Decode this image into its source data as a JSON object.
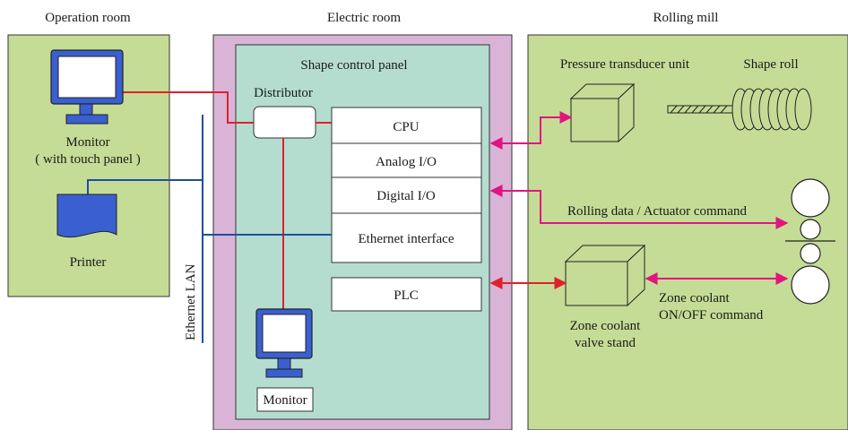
{
  "headers": {
    "operation_room": "Operation room",
    "electric_room": "Electric room",
    "rolling_mill": "Rolling mill"
  },
  "panel": {
    "title": "Shape control panel",
    "distributor": "Distributor",
    "modules": {
      "cpu": "CPU",
      "analog_io": "Analog I/O",
      "digital_io": "Digital I/O",
      "ethernet_interface": "Ethernet interface",
      "plc": "PLC"
    },
    "monitor": "Monitor"
  },
  "operation": {
    "monitor_line1": "Monitor",
    "monitor_line2": "( with touch panel )",
    "printer": "Printer",
    "ethernet_lan": "Ethernet LAN"
  },
  "mill": {
    "pressure_transducer_unit": "Pressure transducer unit",
    "shape_roll": "Shape roll",
    "rolling_data_label": "Rolling data / Actuator command",
    "zone_coolant_line1": "Zone coolant",
    "zone_coolant_line2": "ON/OFF command",
    "valve_stand_line1": "Zone coolant",
    "valve_stand_line2": "valve stand"
  },
  "colors": {
    "room_green": "#c5dc96",
    "electric_pink": "#d9b4d6",
    "panel_teal": "#b4ddd0",
    "red_line": "#e0202a",
    "blue_line": "#1f4fa0",
    "magenta_arrow": "#e0157f",
    "monitor_blue": "#3a5fd0"
  }
}
